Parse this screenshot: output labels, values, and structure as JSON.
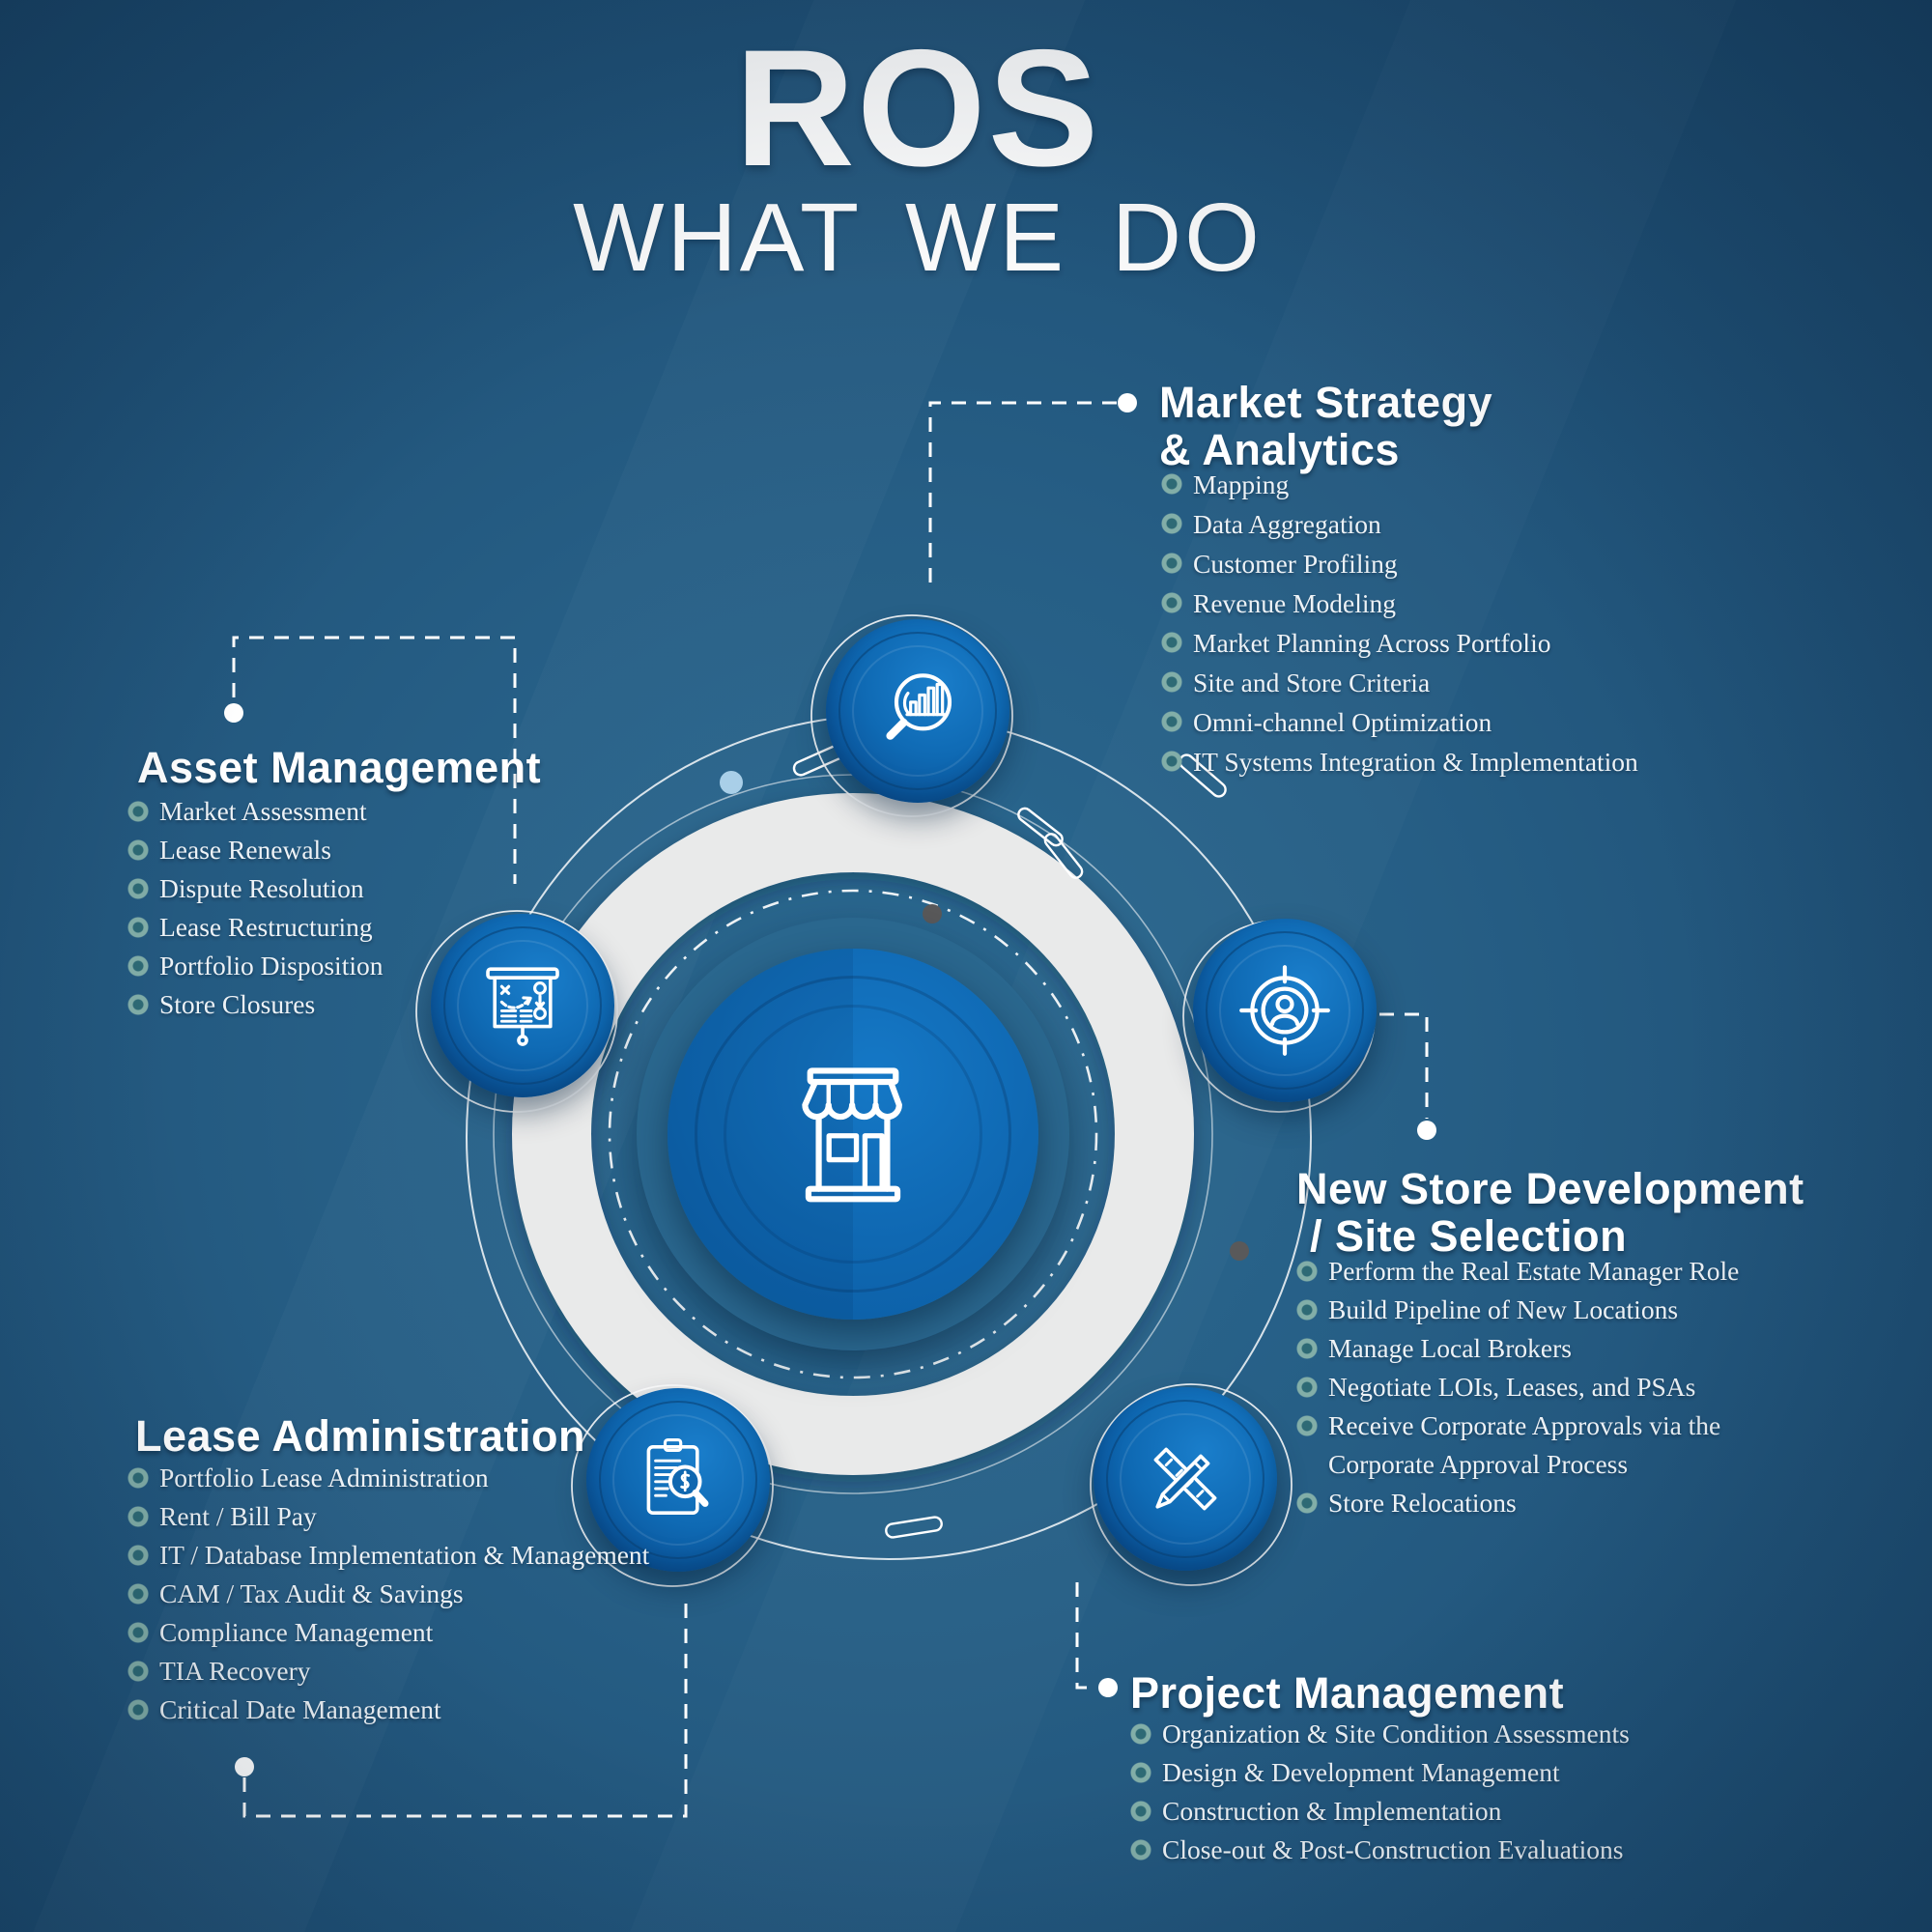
{
  "title": {
    "main": "ROS",
    "subtitle": "WHAT WE DO"
  },
  "center": {
    "icon": "storefront-icon"
  },
  "colors": {
    "background": "#24597e",
    "node_blue": "#0f6ab4",
    "ring_gray": "#e9eaea",
    "bullet_teal": "#82aea8",
    "text": "#edf2f6"
  },
  "sections": {
    "market_strategy": {
      "title_line1": "Market Strategy",
      "title_line2": "& Analytics",
      "icon": "chart-magnifier-icon",
      "items": [
        "Mapping",
        "Data Aggregation",
        "Customer Profiling",
        "Revenue Modeling",
        "Market Planning Across Portfolio",
        "Site and Store Criteria",
        "Omni-channel Optimization",
        "IT Systems Integration & Implementation"
      ]
    },
    "asset_management": {
      "title": "Asset Management",
      "icon": "strategy-board-icon",
      "items": [
        "Market Assessment",
        "Lease Renewals",
        "Dispute Resolution",
        "Lease Restructuring",
        "Portfolio Disposition",
        "Store Closures"
      ]
    },
    "new_store_development": {
      "title_line1": "New Store Development",
      "title_line2": "/ Site Selection",
      "icon": "target-person-icon",
      "items": [
        "Perform the Real Estate Manager Role",
        "Build Pipeline of New Locations",
        "Manage Local Brokers",
        "Negotiate LOIs, Leases, and PSAs",
        "Receive Corporate Approvals via the\nCorporate Approval Process",
        "Store Relocations"
      ]
    },
    "lease_administration": {
      "title": "Lease Administration",
      "icon": "clipboard-audit-icon",
      "items": [
        "Portfolio Lease Administration",
        "Rent / Bill Pay",
        "IT / Database Implementation & Management",
        "CAM / Tax Audit & Savings",
        "Compliance Management",
        "TIA Recovery",
        "Critical Date Management"
      ]
    },
    "project_management": {
      "title": "Project Management",
      "icon": "pencil-ruler-icon",
      "items": [
        "Organization & Site Condition Assessments",
        "Design & Development Management",
        "Construction & Implementation",
        "Close-out & Post-Construction Evaluations"
      ]
    }
  }
}
